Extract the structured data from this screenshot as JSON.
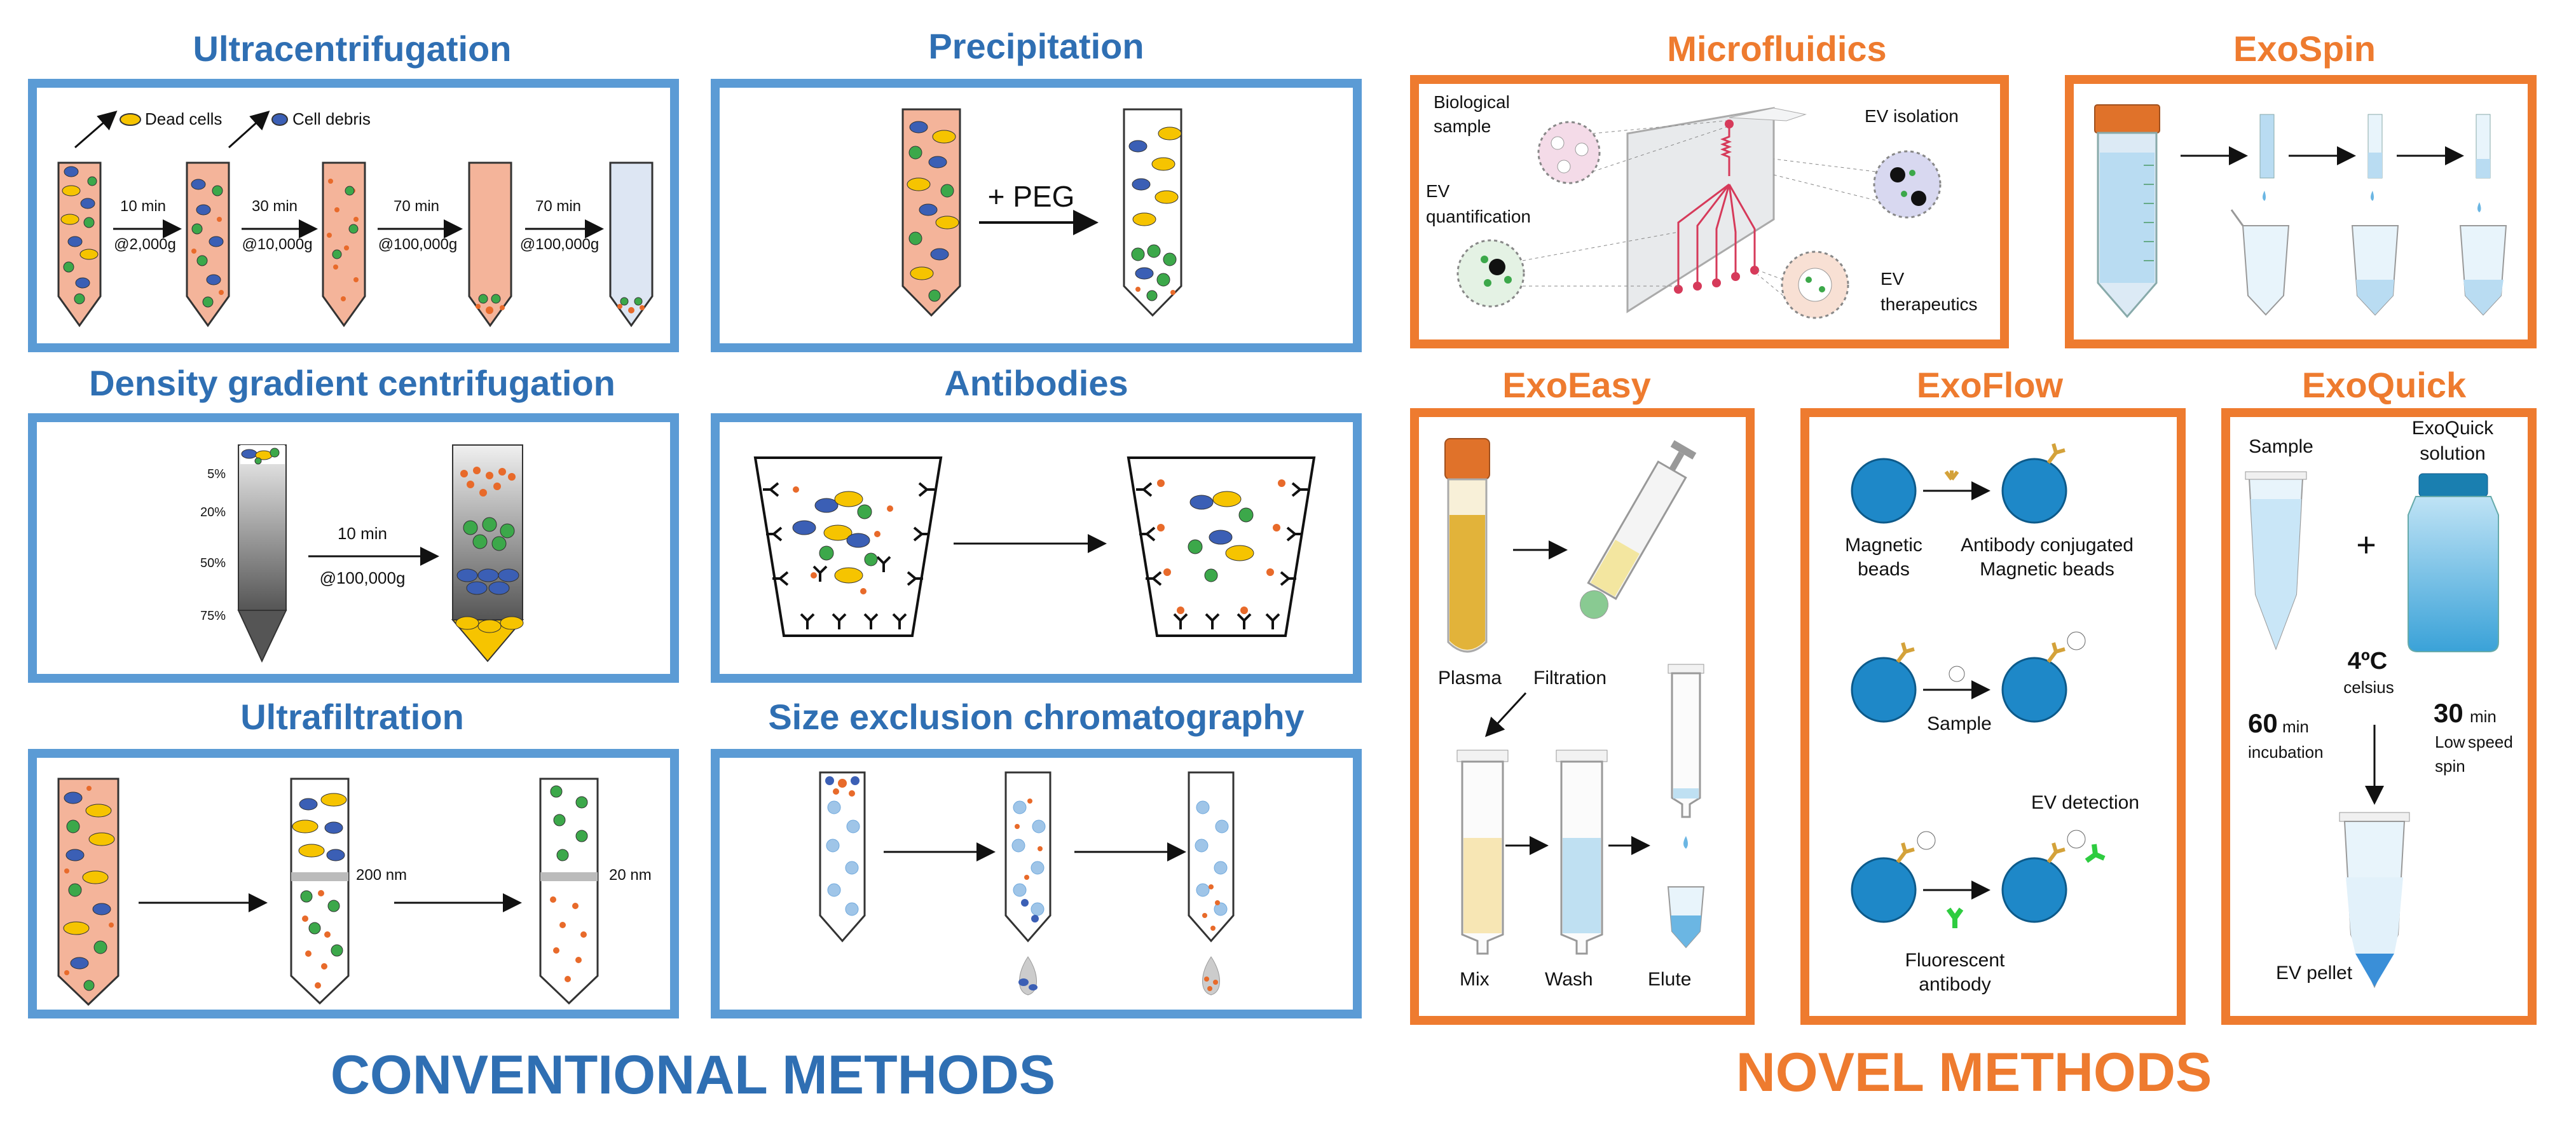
{
  "colors": {
    "conventional": "#5b9bd5",
    "conventional_text": "#2f6fb3",
    "novel": "#ee7b2f",
    "sample": "#f4b49a",
    "yellow": "#f6c400",
    "blue_dot": "#3b5fb5",
    "green_dot": "#3ca84a",
    "orange_dot": "#e86a2a"
  },
  "conventional": {
    "label": "CONVENTIONAL METHODS",
    "ultracentrifugation": {
      "title": "Ultracentrifugation",
      "legend_dead": "Dead cells",
      "legend_debris": "Cell debris",
      "steps": [
        {
          "time": "10 min",
          "force": "@2,000g"
        },
        {
          "time": "30 min",
          "force": "@10,000g"
        },
        {
          "time": "70 min",
          "force": "@100,000g"
        },
        {
          "time": "70 min",
          "force": "@100,000g"
        }
      ]
    },
    "precipitation": {
      "title": "Precipitation",
      "reagent": "+ PEG"
    },
    "density": {
      "title": "Density gradient centrifugation",
      "levels": [
        "5%",
        "20%",
        "50%",
        "75%"
      ],
      "time": "10 min",
      "force": "@100,000g"
    },
    "antibodies": {
      "title": "Antibodies"
    },
    "ultrafiltration": {
      "title": "Ultrafiltration",
      "filters": [
        "200 nm",
        "20 nm"
      ]
    },
    "sec": {
      "title": "Size exclusion chromatography"
    }
  },
  "novel": {
    "label": "NOVEL METHODS",
    "microfluidics": {
      "title": "Microfluidics",
      "biological_sample": [
        "Biological",
        "sample"
      ],
      "ev_isolation": "EV isolation",
      "ev_quantification": [
        "EV",
        "quantification"
      ],
      "ev_therapeutics": [
        "EV",
        "therapeutics"
      ]
    },
    "exospin": {
      "title": "ExoSpin"
    },
    "exoeasy": {
      "title": "ExoEasy",
      "plasma": "Plasma",
      "filtration": "Filtration",
      "mix": "Mix",
      "wash": "Wash",
      "elute": "Elute"
    },
    "exoflow": {
      "title": "ExoFlow",
      "magnetic_beads": [
        "Magnetic",
        "beads"
      ],
      "ab_beads": [
        "Antibody conjugated",
        "Magnetic beads"
      ],
      "sample": "Sample",
      "ev_detection": "EV detection",
      "fluorescent": [
        "Fluorescent",
        "antibody"
      ]
    },
    "exoquick": {
      "title": "ExoQuick",
      "sample": "Sample",
      "solution": [
        "ExoQuick",
        "solution"
      ],
      "temp": "4ºC",
      "temp_unit": "celsius",
      "incubation_value": "60",
      "incubation_unit": "min",
      "incubation_label": "incubation",
      "spin_value": "30",
      "spin_unit": "min",
      "spin_label": [
        "Low",
        "speed",
        "spin"
      ],
      "pellet": "EV pellet"
    }
  }
}
